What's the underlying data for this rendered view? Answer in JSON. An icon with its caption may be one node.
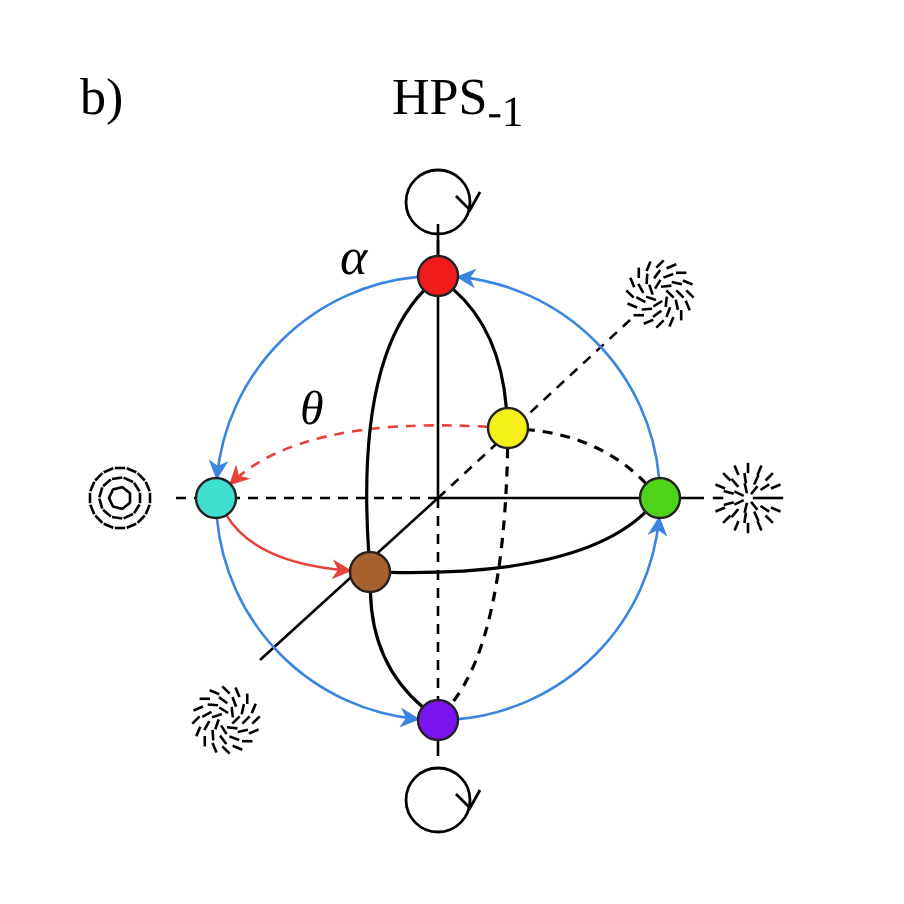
{
  "diagram": {
    "title": "HPS$_{-1}$",
    "nodes": [
      {
        "text": [],
        "shape": "circle"
      },
      {
        "text": [],
        "shape": "circle"
      },
      {
        "text": [],
        "shape": "circle"
      },
      {
        "text": [],
        "shape": "circle"
      },
      {
        "text": [],
        "shape": "circle"
      },
      {
        "text": [],
        "shape": "circle"
      }
    ],
    "edges": [
      {
        "from": 3,
        "to": 0,
        "arrow": "to",
        "color": "#3a85e0"
      },
      {
        "from": 0,
        "to": 2,
        "arrow": "to",
        "color": "#3a85e0"
      },
      {
        "from": 2,
        "to": 5,
        "arrow": "to",
        "color": "#3a85e0"
      },
      {
        "from": 5,
        "to": 3,
        "arrow": "to",
        "color": "#3a85e0"
      },
      {
        "from": 1,
        "to": 2,
        "arrow": "to",
        "style": "dashed",
        "color": "#e8413a"
      },
      {
        "from": 2,
        "to": 4,
        "arrow": "to",
        "color": "#e8413a"
      },
      {
        "from": 0,
        "to": 4,
        "arrow": "none"
      },
      {
        "from": 4,
        "to": 5,
        "arrow": "none"
      },
      {
        "from": 0,
        "to": 1,
        "arrow": "none"
      },
      {
        "from": 1,
        "to": 5,
        "arrow": "none",
        "style": "dashed"
      },
      {
        "from": 4,
        "to": 3,
        "arrow": "none"
      },
      {
        "from": 3,
        "to": 1,
        "arrow": "none",
        "style": "dashed"
      }
    ],
    "labels": [
      "b)",
      "α",
      "θ"
    ]
  }
}
